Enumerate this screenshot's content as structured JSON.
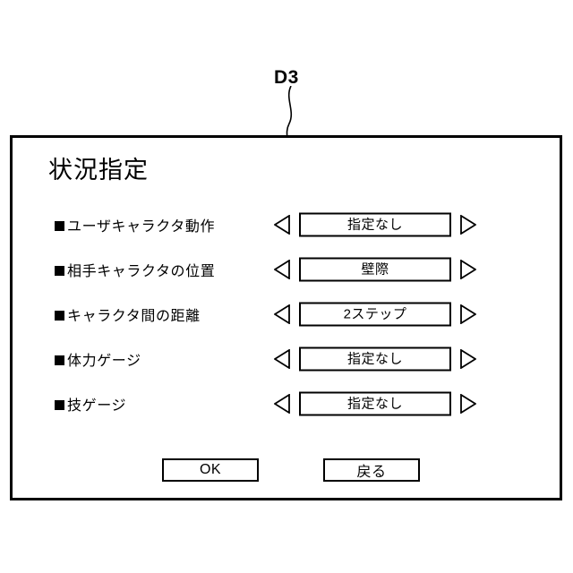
{
  "figure": {
    "callout_label": "D3"
  },
  "dialog": {
    "title": "状況指定",
    "options": [
      {
        "label": "ユーザキャラクタ動作",
        "value": "指定なし"
      },
      {
        "label": "相手キャラクタの位置",
        "value": "壁際"
      },
      {
        "label": "キャラクタ間の距離",
        "value": "2ステップ"
      },
      {
        "label": "体力ゲージ",
        "value": "指定なし"
      },
      {
        "label": "技ゲージ",
        "value": "指定なし"
      }
    ],
    "footer": {
      "ok_label": "OK",
      "back_label": "戻る"
    }
  },
  "icons": {
    "bullet": "filled-square",
    "prev": "triangle-left-outline",
    "next": "triangle-right-outline"
  },
  "colors": {
    "background": "#ffffff",
    "line": "#000000",
    "text": "#000000"
  }
}
